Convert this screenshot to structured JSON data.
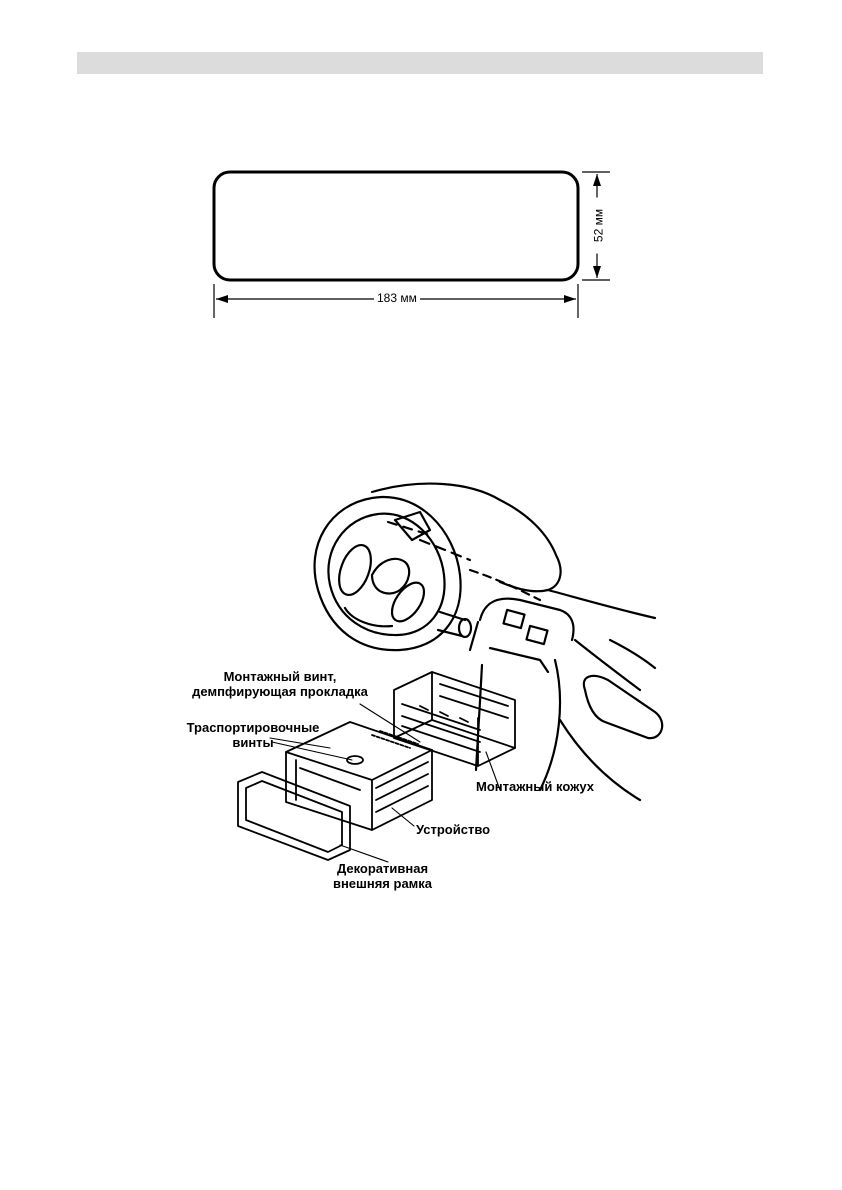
{
  "dimension_figure": {
    "width_label": "183 мм",
    "height_label": "52 мм"
  },
  "installation_figure": {
    "labels": {
      "mounting_screw_line1": "Монтажный винт,",
      "mounting_screw_line2": "демпфирующая прокладка",
      "transport_screws_line1": "Траспортировочные",
      "transport_screws_line2": "винты",
      "mounting_sleeve": "Монтажный кожух",
      "unit": "Устройство",
      "trim_frame_line1": "Декоративная",
      "trim_frame_line2": "внешняя рамка"
    }
  }
}
